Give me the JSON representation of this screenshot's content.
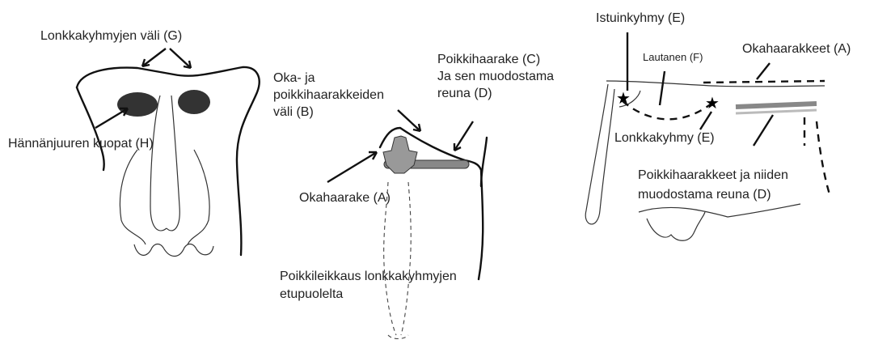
{
  "labels": {
    "hip_gap": "Lonkkakyhmyjen väli (G)",
    "tail_pits": "Hännänjuuren kuopat  (H)",
    "spine_transverse_gap_1": "Oka- ja",
    "spine_transverse_gap_2": "poikkihaarakkeiden",
    "spine_transverse_gap_3": "väli (B)",
    "transverse_process_1": "Poikkihaarake (C)",
    "transverse_process_2": "Ja sen muodostama",
    "transverse_process_3": "reuna (D)",
    "spinous_process": "Okahaarake (A)",
    "cross_section_1": "Poikkileikkaus  lonkkakyhmyjen",
    "cross_section_2": "etupuolelta",
    "pin_bone": "Istuinkyhmy (E)",
    "plate": "Lautanen (F)",
    "spinous_processes": "Okahaarakkeet (A)",
    "hip_bone": "Lonkkakyhmy (E)",
    "transverse_edge_1": "Poikkihaarakkeet ja niiden",
    "transverse_edge_2": "muodostama reuna (D)"
  }
}
